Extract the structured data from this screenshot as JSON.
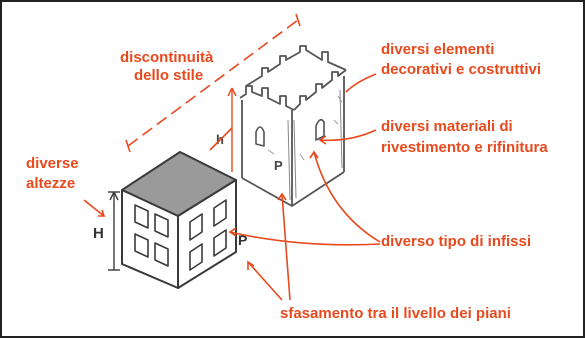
{
  "colors": {
    "label_red": "#e8491d",
    "ink": "#3a3a3a",
    "frame": "#222222",
    "background": "#ffffff"
  },
  "labels": {
    "discontinuity_line1": "discontinuità",
    "discontinuity_line2": "dello stile",
    "decorative_line1": "diversi elementi",
    "decorative_line2": "decorativi e costruttivi",
    "materials_line1": "diversi materiali di",
    "materials_line2": "rivestimento e rifinitura",
    "heights_line1": "diverse",
    "heights_line2": "altezze",
    "windows": "diverso tipo di infissi",
    "floors": "sfasamento tra il livello dei piani"
  },
  "sketch_marks": {
    "house_height": "H",
    "house_floor": "P",
    "tower_height": "h",
    "tower_floor": "P"
  }
}
